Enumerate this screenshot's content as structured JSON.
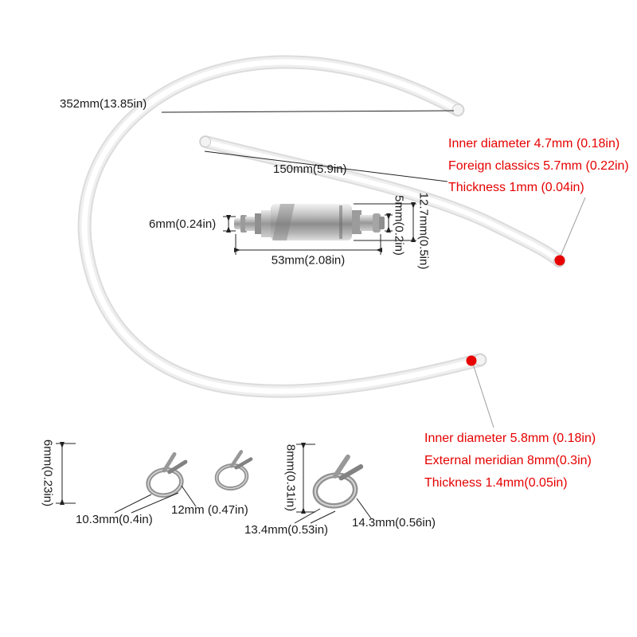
{
  "colors": {
    "annotation_red": "#e60000",
    "dimension_ink": "#222222",
    "background": "#ffffff"
  },
  "tubes": {
    "long_length_label": "352mm(13.85in)",
    "short_length_label": "150mm(5.9in)"
  },
  "filter": {
    "left_nipple_label": "6mm(0.24in)",
    "body_length_label": "53mm(2.08in)",
    "right_nipple_label": "5mm(0.2in)",
    "body_diameter_label": "12.7mm(0.5in)"
  },
  "top_tube_specs": {
    "inner_diameter": "Inner diameter 4.7mm (0.18in)",
    "outer_diameter": "Foreign classics 5.7mm (0.22in)",
    "thickness": "Thickness 1mm (0.04in)"
  },
  "bottom_tube_specs": {
    "inner_diameter": "Inner diameter 5.8mm (0.18in)",
    "outer_diameter": "External meridian 8mm(0.3in)",
    "thickness": "Thickness 1.4mm(0.05in)"
  },
  "clamps": {
    "small_height_label": "6mm(0.23in)",
    "small_width_label": "10.3mm(0.4in)",
    "medium_width_label": "12mm (0.47in)",
    "large_height_label": "8mm(0.31in)",
    "large_width_inner_label": "13.4mm(0.53in)",
    "large_width_outer_label": "14.3mm(0.56in)"
  }
}
